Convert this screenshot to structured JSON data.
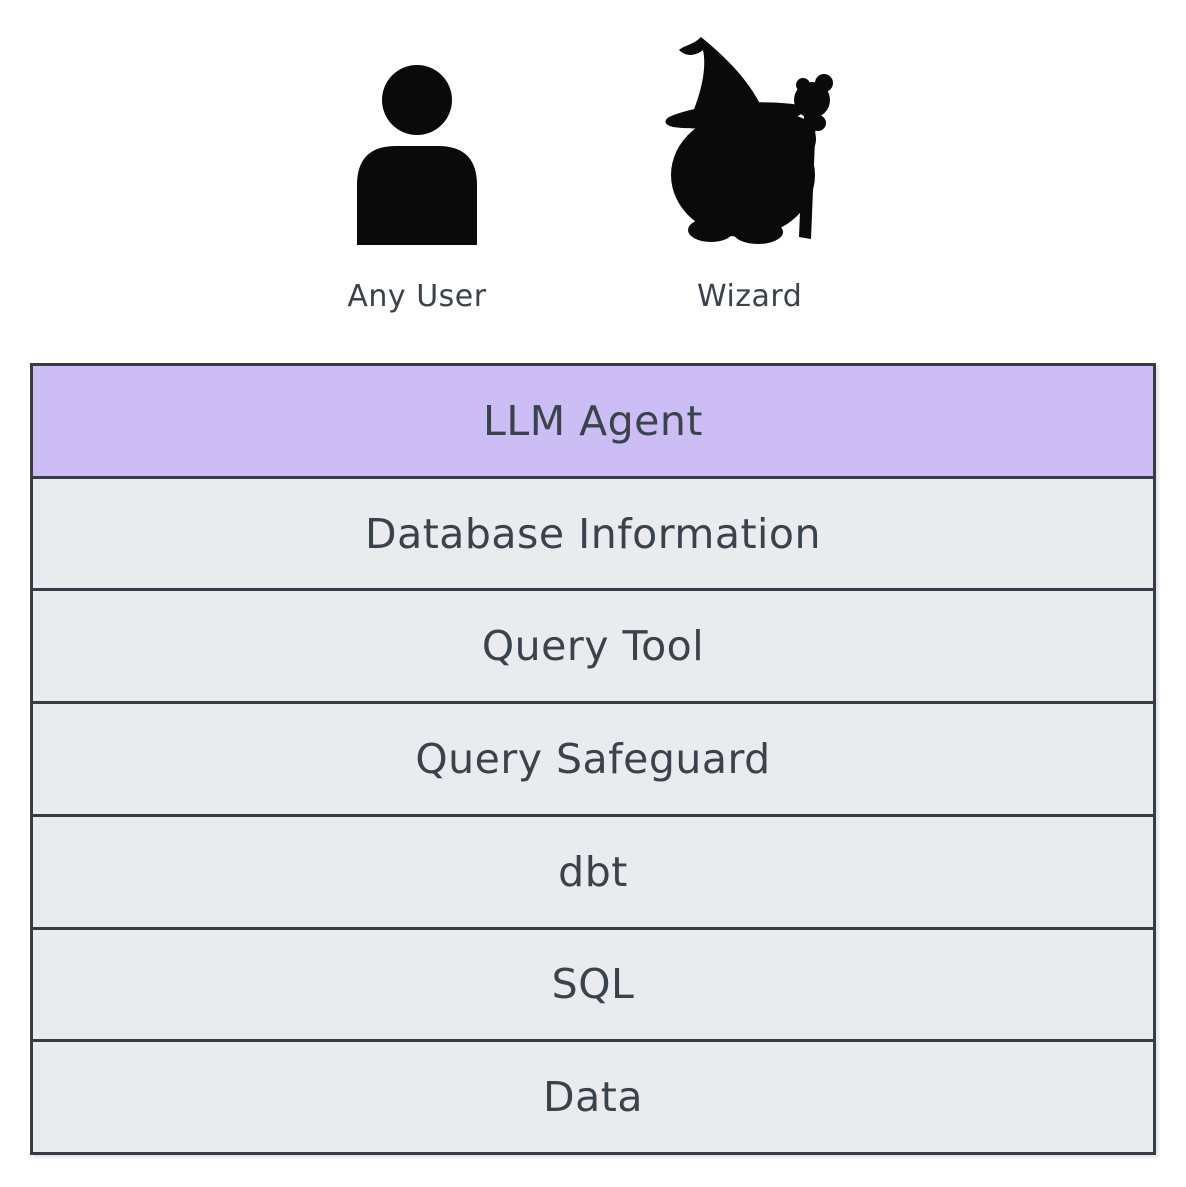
{
  "actors": [
    {
      "label": "Any User",
      "icon": "user-icon"
    },
    {
      "label": "Wizard",
      "icon": "wizard-icon"
    }
  ],
  "stack": {
    "layers": [
      {
        "label": "LLM Agent",
        "highlight": true
      },
      {
        "label": "Database Information",
        "highlight": false
      },
      {
        "label": "Query Tool",
        "highlight": false
      },
      {
        "label": "Query Safeguard",
        "highlight": false
      },
      {
        "label": "dbt",
        "highlight": false
      },
      {
        "label": "SQL",
        "highlight": false
      },
      {
        "label": "Data",
        "highlight": false
      }
    ]
  },
  "colors": {
    "highlight_bg": "#ccbef5",
    "layer_bg": "#eaebee",
    "border": "#353c46",
    "text": "#3a424c",
    "icon": "#0a0a0a"
  }
}
